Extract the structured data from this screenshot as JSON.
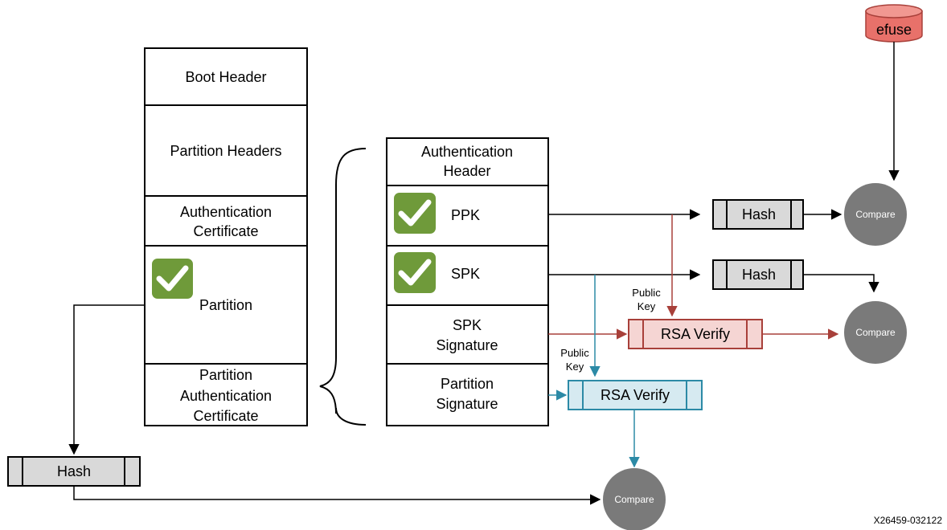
{
  "efuse": {
    "label": "efuse"
  },
  "image_blocks": [
    {
      "id": "boot-header",
      "lines": [
        "Boot Header"
      ]
    },
    {
      "id": "partition-headers",
      "lines": [
        "Partition Headers"
      ]
    },
    {
      "id": "auth-certificate",
      "lines": [
        "Authentication",
        "Certificate"
      ]
    },
    {
      "id": "partition",
      "lines": [
        "Partition"
      ]
    },
    {
      "id": "partition-auth-certificate",
      "lines": [
        "Partition",
        "Authentication",
        "Certificate"
      ]
    }
  ],
  "cert_blocks": [
    {
      "id": "auth-header",
      "lines": [
        "Authentication",
        "Header"
      ]
    },
    {
      "id": "ppk",
      "lines": [
        "PPK"
      ]
    },
    {
      "id": "spk",
      "lines": [
        "SPK"
      ]
    },
    {
      "id": "spk-signature",
      "lines": [
        "SPK",
        "Signature"
      ]
    },
    {
      "id": "partition-signature",
      "lines": [
        "Partition",
        "Signature"
      ]
    }
  ],
  "hash_label": "Hash",
  "compare_label": "Compare",
  "rsa_verify_label": "RSA Verify",
  "public_key_lines": [
    "Public",
    "Key"
  ],
  "figure_id": "X26459-032122",
  "colors": {
    "check_green": "#6f9a3a",
    "efuse_red": "#e8716a",
    "rsa_red_fill": "#f5d5d3",
    "rsa_red_stroke": "#a8403a",
    "rsa_blue_fill": "#d6eaf1",
    "rsa_blue_stroke": "#2c8aa6",
    "hash_fill": "#d9d9d9",
    "compare_fill": "#7a7a7a"
  }
}
